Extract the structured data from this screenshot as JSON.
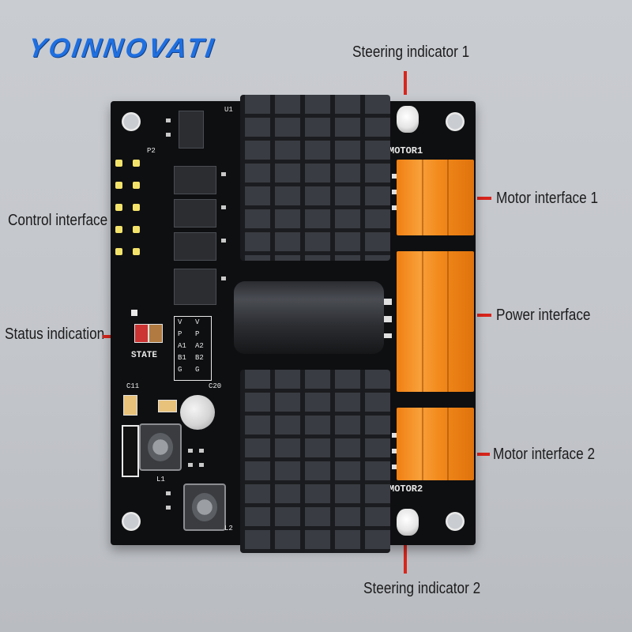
{
  "brand": {
    "logo_text": "YOINNOVATI"
  },
  "callouts": {
    "steering_indicator_1": "Steering indicator 1",
    "motor_interface_1": "Motor interface 1",
    "control_interface": "Control interface",
    "power_interface": "Power interface",
    "status_indication": "Status indication",
    "motor_interface_2": "Motor interface 2",
    "steering_indicator_2": "Steering indicator 2"
  },
  "silkscreen": {
    "motor1": "MOTOR1",
    "motor2": "MOTOR2",
    "state": "STATE",
    "pin_rows": [
      "V",
      "V",
      "P",
      "P",
      "A1",
      "A2",
      "B1",
      "B2",
      "G",
      "G"
    ],
    "u1": "U1",
    "p2": "P2",
    "c20": "C20",
    "c11": "C11",
    "l1": "L1",
    "l2": "L2"
  },
  "colors": {
    "board": "#0e0f11",
    "terminal": "#f28a1c",
    "callout_line": "#d9251c",
    "brand": "#1f6fe0"
  }
}
